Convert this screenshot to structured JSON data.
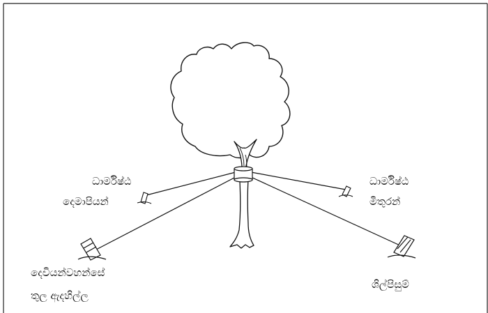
{
  "labels": {
    "top_left_line1": "ධාර්මිෂ්ඨ",
    "top_left_line2": "දෙමාපියන්",
    "top_right_line1": "ධාර්මිෂ්ඨ",
    "top_right_line2": "මිතුරන්",
    "bottom_left_line1": "දෙවියන්වහන්සේ",
    "bottom_left_line2": "තුල ඇදහිල්ල",
    "bottom_right": "ශිල්පිසුම්"
  }
}
